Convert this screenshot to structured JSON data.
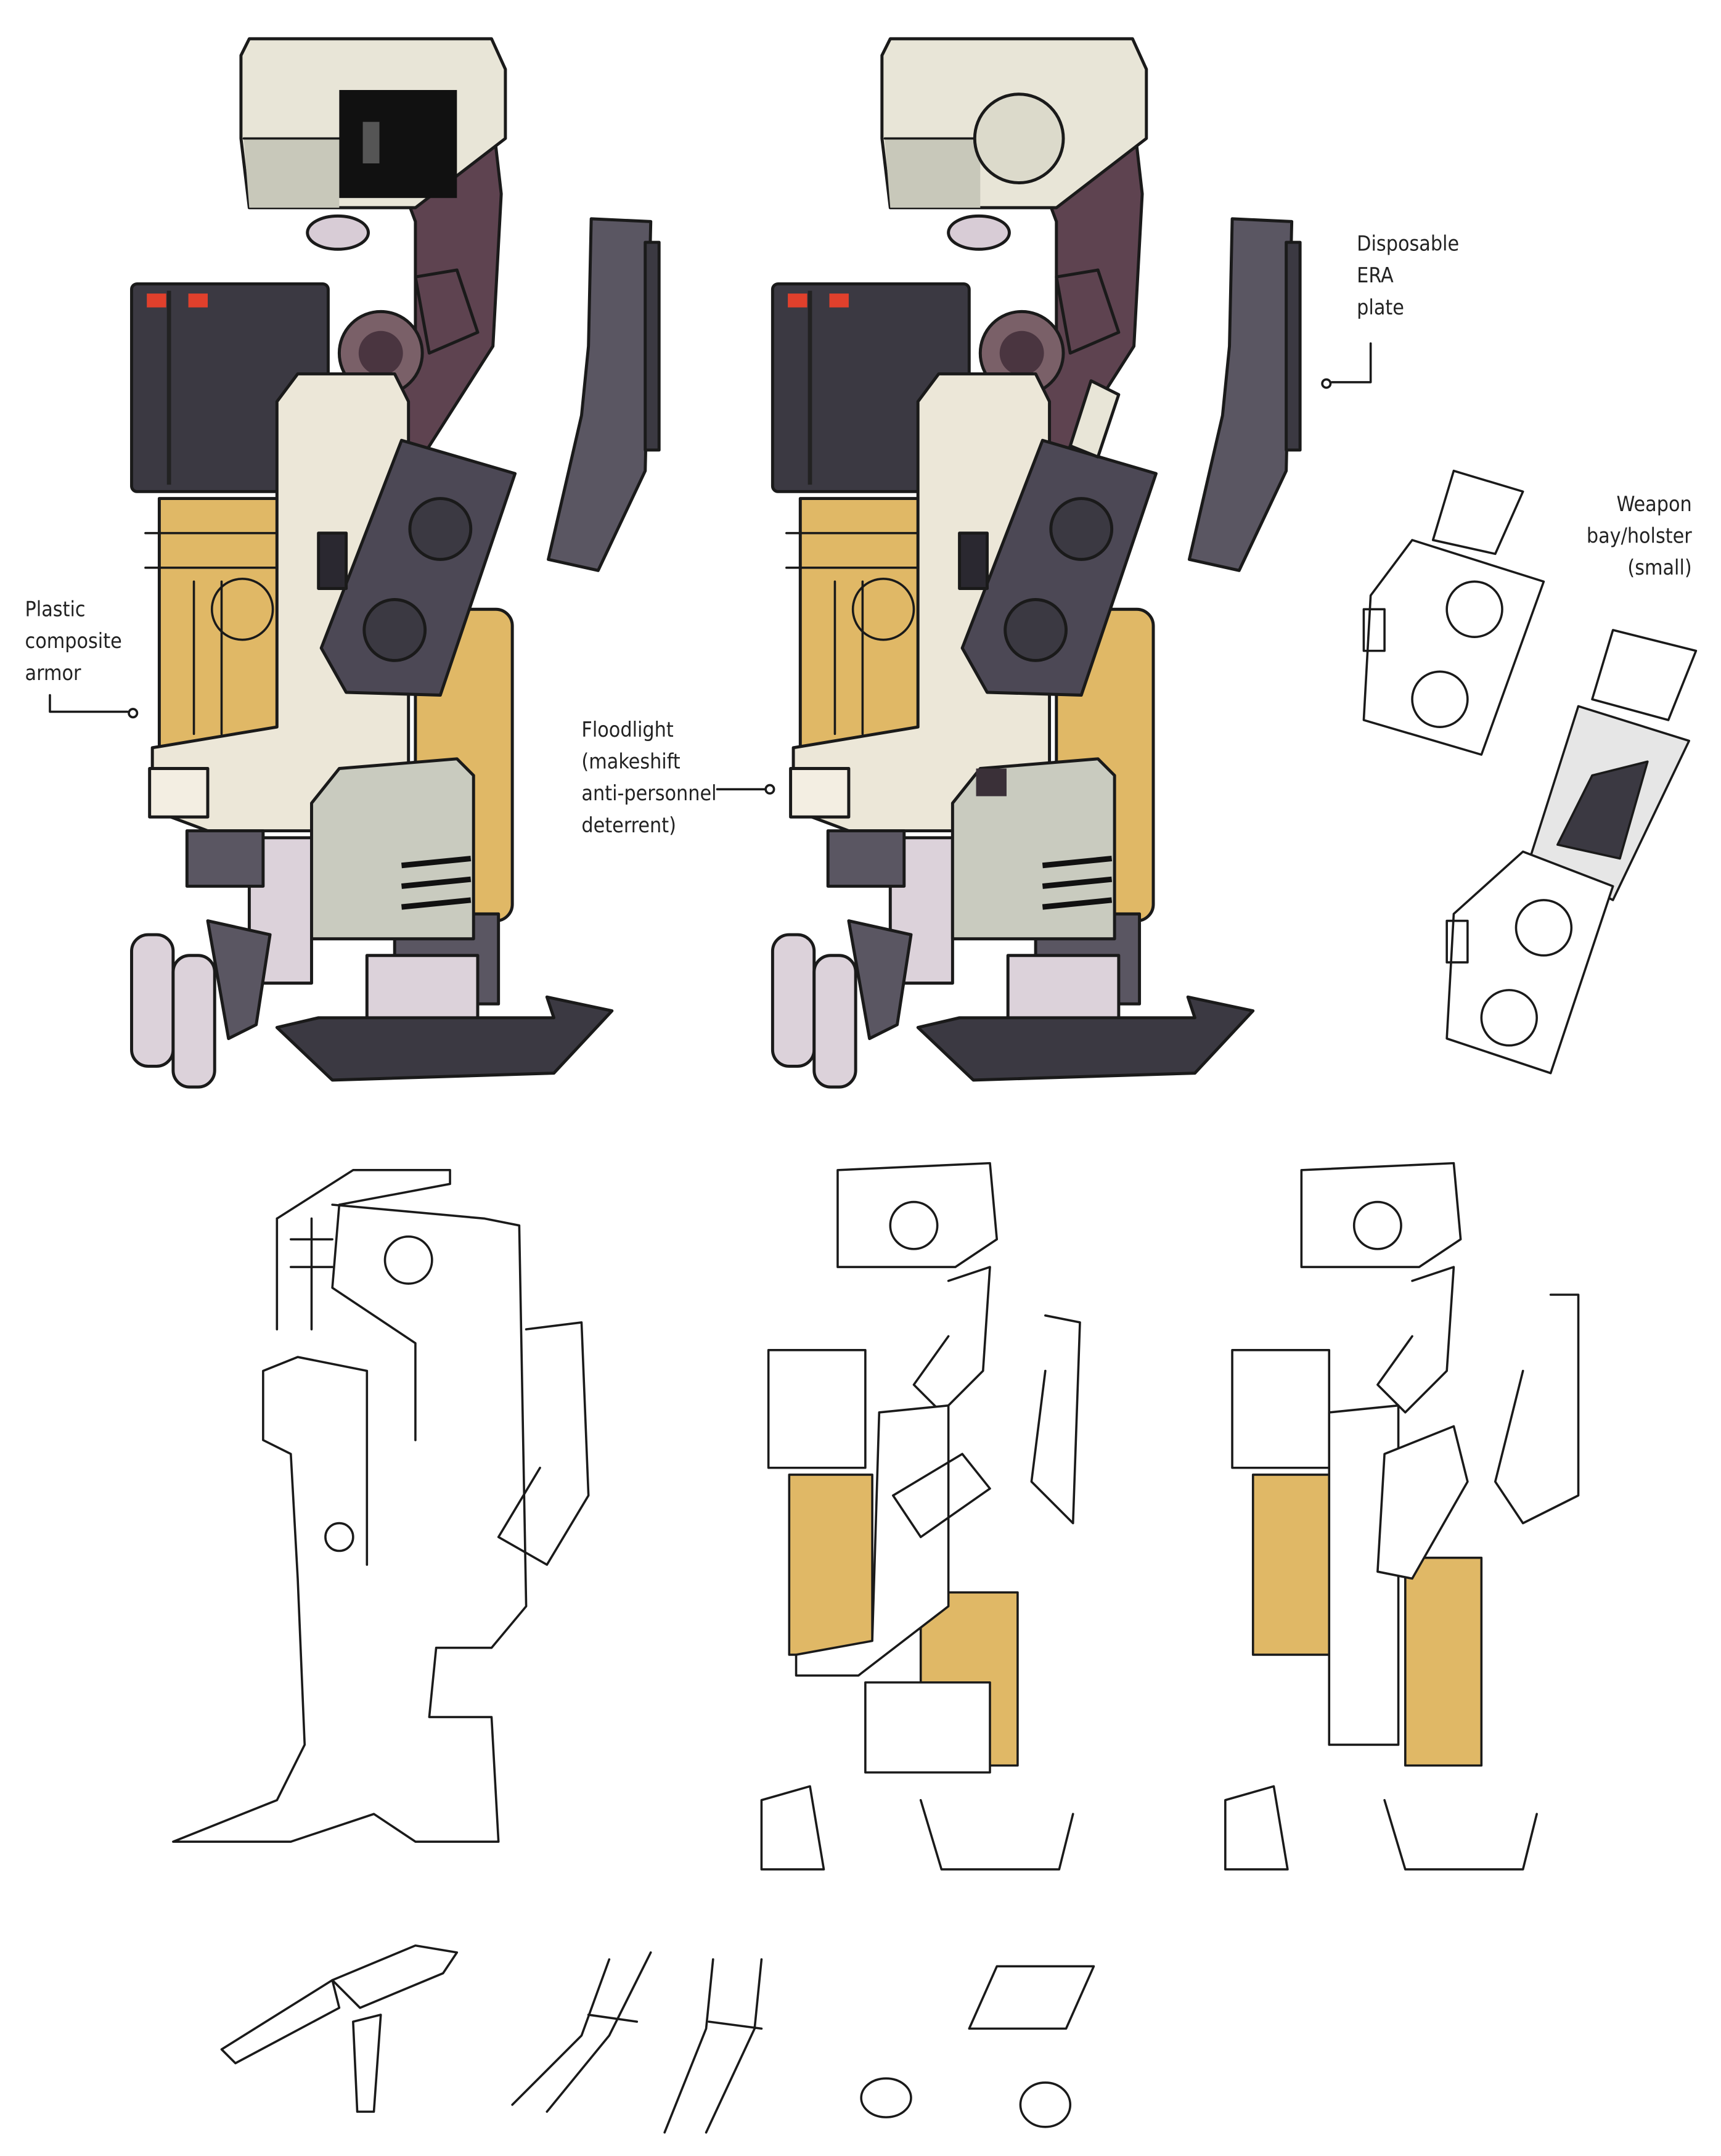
{
  "annotations": {
    "plastic_armor": [
      "Plastic",
      "composite",
      "armor"
    ],
    "floodlight": [
      "Floodlight",
      "(makeshift",
      "anti-personnel",
      "deterrent)"
    ],
    "era_plate": [
      "Disposable",
      "ERA",
      "plate"
    ],
    "weapon_bay": [
      "Weapon",
      "bay/holster",
      "(small)"
    ]
  },
  "colors": {
    "head": "#e8e5d7",
    "head_shade": "#c8c8ba",
    "arm": "#5e4350",
    "dark": "#3b3942",
    "weapon": "#4c4855",
    "armor": "#ece7d8",
    "tank": "#e0b866",
    "box": "#c9cbbf",
    "leg": "#dcd2da",
    "light": "#e0402c"
  }
}
